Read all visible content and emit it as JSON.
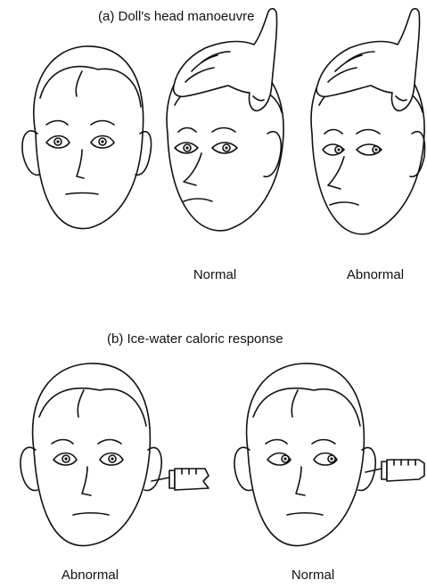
{
  "section_a": {
    "caption": "(a) Doll's head manoeuvre",
    "labels": [
      "Normal",
      "Abnormal"
    ]
  },
  "section_b": {
    "caption": "(b) Ice-water caloric response",
    "labels": [
      "Abnormal",
      "Normal"
    ]
  }
}
